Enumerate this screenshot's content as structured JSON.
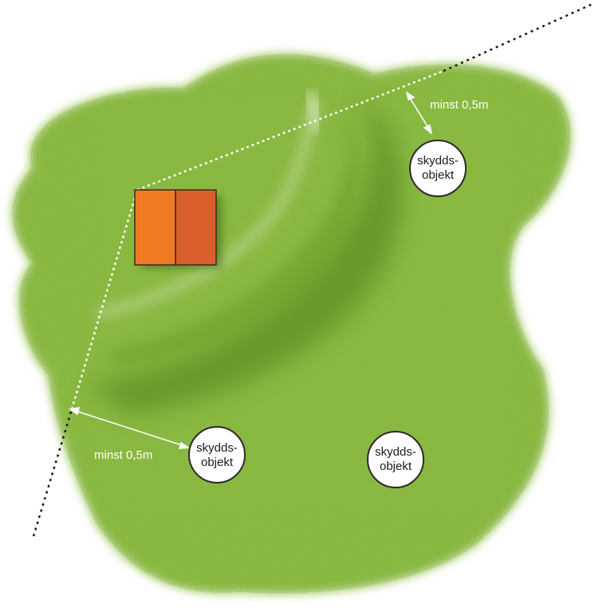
{
  "labels": {
    "distance_top": "minst 0,5m",
    "distance_bottom": "minst 0,5m",
    "objects": [
      {
        "line1": "skydds-",
        "line2": "objekt"
      },
      {
        "line1": "skydds-",
        "line2": "objekt"
      },
      {
        "line1": "skydds-",
        "line2": "objekt"
      }
    ]
  },
  "colors": {
    "grass": "#8cbd3c",
    "grass_dark": "#5f9424",
    "block_left": "#ef7a22",
    "block_right": "#d9602d",
    "dotted_boundary": "#1a1a1a",
    "dotted_zone": "#ffffff",
    "object_fill": "#ffffff",
    "object_stroke": "#2a2a2a",
    "label_text": "#ffffff"
  }
}
